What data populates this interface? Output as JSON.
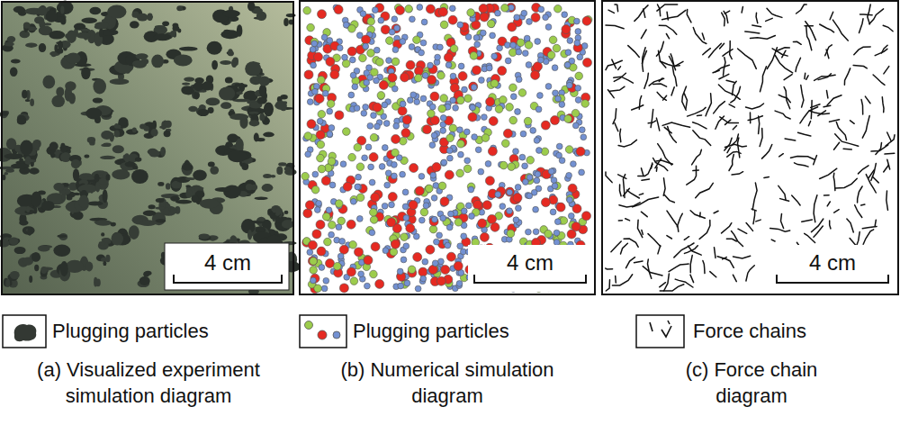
{
  "diagram": {
    "labels": [
      "4 cm",
      "4 cm",
      "4 cm",
      "(a) Visualized experiment simulation diagram",
      "(b) Numerical simulation diagram",
      "(c) Force chain diagram"
    ],
    "legend": [
      {
        "text": "Plugging particles"
      },
      {
        "text": "Plugging particles"
      },
      {
        "text": "Force chains"
      }
    ]
  }
}
